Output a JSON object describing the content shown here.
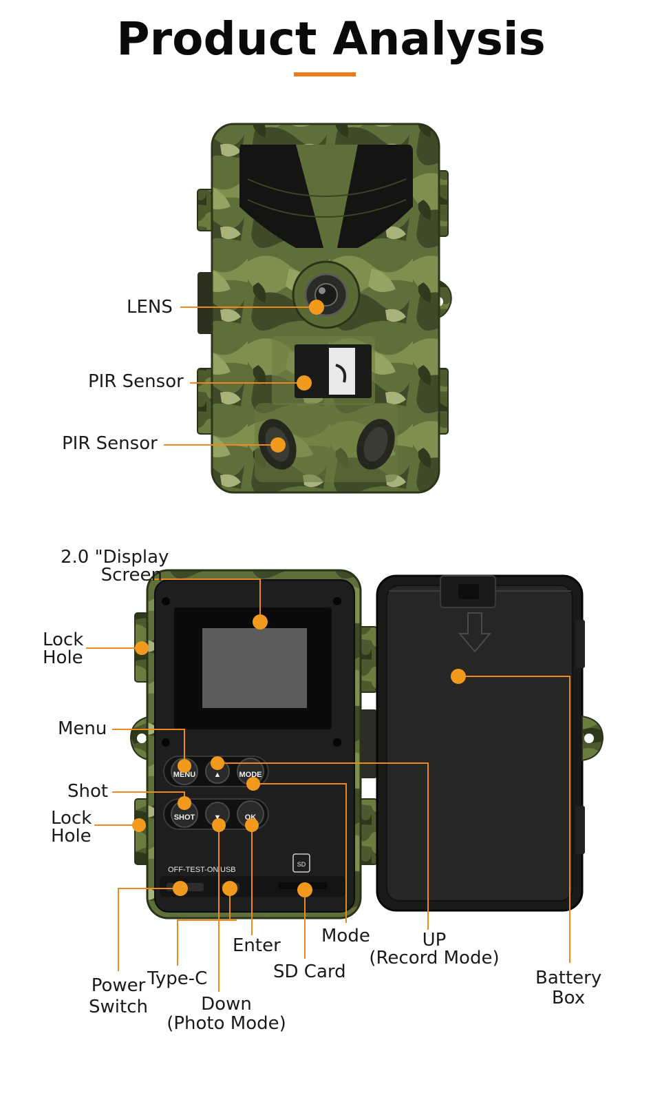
{
  "title": "Product Analysis",
  "accent_color": "#ee7a1c",
  "front_labels": {
    "lens": "LENS",
    "pir_top": "PIR Sensor",
    "pir_bottom": "PIR Sensor"
  },
  "inside_labels": {
    "display_line1": "2.0 \"Display",
    "display_line2": "Screen",
    "lock_hole_top_1": "Lock",
    "lock_hole_top_2": "Hole",
    "menu": "Menu",
    "shot": "Shot",
    "lock_hole_bottom_1": "Lock",
    "lock_hole_bottom_2": "Hole",
    "enter": "Enter",
    "mode": "Mode",
    "up_1": "UP",
    "up_2": "(Record Mode)",
    "sd_card": "SD Card",
    "battery_1": "Battery",
    "battery_2": "Box",
    "power_1": "Power",
    "power_2": "Switch",
    "type_c": "Type-C",
    "down_1": "Down",
    "down_2": "(Photo Mode)"
  },
  "device_buttons": {
    "menu": "MENU",
    "up": "▲",
    "mode": "MODE",
    "shot": "SHOT",
    "down": "▼",
    "ok": "OK",
    "switch_label": "OFF-TEST-ON",
    "usb_label": "USB",
    "sd_label": "SD"
  }
}
